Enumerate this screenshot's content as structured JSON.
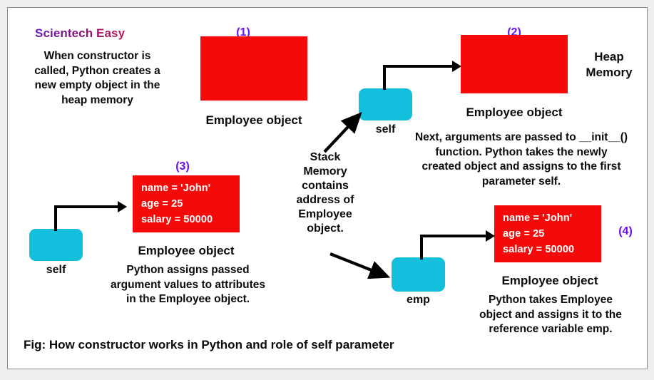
{
  "figure": {
    "brand": "Scientech Easy",
    "caption": "Fig: How constructor works in Python and role of self parameter"
  },
  "steps": [
    {
      "number": "(1)"
    },
    {
      "number": "(2)"
    },
    {
      "number": "(3)"
    },
    {
      "number": "(4)"
    }
  ],
  "memory_regions": {
    "heap_label": "Heap\nMemory",
    "stack_label": "Stack\nMemory\ncontains\naddress of\nEmployee\nobject."
  },
  "annotations": {
    "step1_text": "When constructor is\ncalled, Python creates a\nnew empty object in the\nheap memory",
    "step2_text": "Next, arguments are passed to __init__()\nfunction. Python takes the newly\ncreated object and assigns to the first\nparameter self.",
    "step3_text": "Python assigns passed\nargument values to attributes\nin the Employee object.",
    "step4_text": "Python takes Employee\nobject and assigns it to the\nreference variable emp."
  },
  "objects": {
    "empty_object_1_caption": "Employee object",
    "empty_object_2_caption": "Employee object",
    "filled_object_3_caption": "Employee object",
    "filled_object_4_caption": "Employee object",
    "attributes": {
      "name": "name = 'John'",
      "age": "age = 25",
      "salary": "salary = 50000"
    }
  },
  "variables": {
    "self_top": "self",
    "self_bottom": "self",
    "emp": "emp"
  },
  "colors": {
    "object_fill": "#f50a0a",
    "variable_fill": "#14bedd",
    "step_number": "#6a0df5",
    "brand": "#9c1359",
    "arrow": "#000000",
    "panel": "#ffffff",
    "page": "#eeeeee"
  }
}
